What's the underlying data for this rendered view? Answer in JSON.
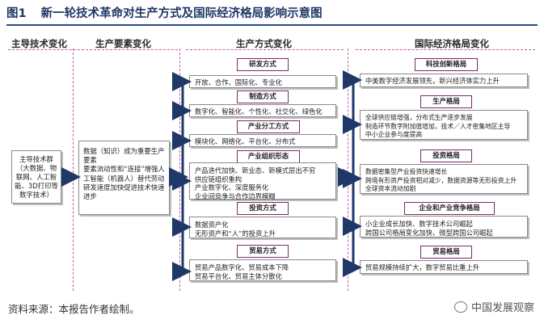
{
  "figure": {
    "number": "图1",
    "title": "新一轮技术革命对生产方式及国际经济格局影响示意图"
  },
  "columns": {
    "tech": "主导技术变化",
    "factors": "生产要素变化",
    "production": "生产方式变化",
    "international": "国际经济格局变化"
  },
  "tech_box": "主导技术群（大数据、物联网、人工智能、3D打印等数字技术）",
  "factor_box": "数据（知识）成为重要生产要素\n要素流动性和“连接”增强人工智能（机器人）替代劳动\n研发速度加快促进技术快速进步",
  "production": {
    "groups": [
      {
        "tag": "研发方式",
        "text": "开放、合作、国际化、专业化"
      },
      {
        "tag": "制造方式",
        "text": "数字化、智能化、个性化、社交化、绿色化"
      },
      {
        "tag": "产业分工方式",
        "text": "模块化、网络化、平台化、分布式"
      },
      {
        "tag": "产业组织形态",
        "text": "产品迭代加快、新业态、新模式层出不穷\n供应链组织重构\n产业数字化、深度服务化\n企业间竞争与合作边界模糊"
      },
      {
        "tag": "投资方式",
        "text": "数据资产化\n无形资产和“人”的投资上升"
      },
      {
        "tag": "贸易方式",
        "text": "贸易产品数字化、贸易成本下降\n贸易平台化、贸易主体分散化"
      }
    ]
  },
  "international": {
    "groups": [
      {
        "tag": "科技创新格局",
        "text": "中美数字经济发展领先，新兴经济体实力上升"
      },
      {
        "tag": "生产格局",
        "text": "全球供应链增强，分布式生产逐步发展\n制造环节数字附加值增加，技术／人才密集地区主导\n中小企业参与度提高"
      },
      {
        "tag": "投资格局",
        "text": "数据密集型产业投资快速增长\n跨境有形资产投资相对减少，数据资源等无形投资上升\n全球资本流动加剧"
      },
      {
        "tag": "企业和产业竞争格局",
        "text": "小企业成长加快、数字技术公司崛起\n跨国公司格局变化加快、微型跨国公司崛起"
      },
      {
        "tag": "贸易格局",
        "text": "贸易规模持续扩大，数字贸易比重上升"
      }
    ]
  },
  "source_note": "资料来源：本报告作者绘制。",
  "watermark": "中国发展观察",
  "colors": {
    "title": "#1f3868",
    "arrow": "#1f3868",
    "tag_border": "#7b2a6d",
    "dash": "#c25ba8"
  }
}
